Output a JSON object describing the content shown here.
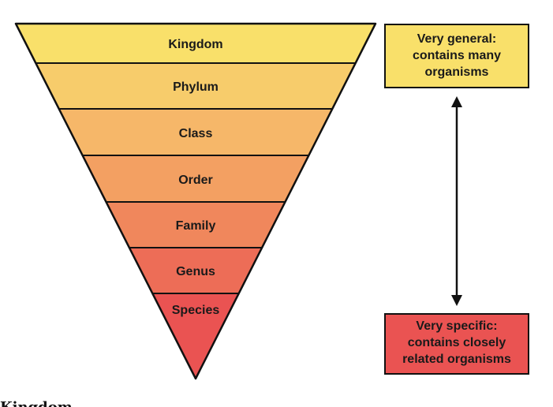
{
  "pyramid": {
    "levels": [
      {
        "label": "Kingdom",
        "color": "#f9e06a"
      },
      {
        "label": "Phylum",
        "color": "#f7cc6b"
      },
      {
        "label": "Class",
        "color": "#f6b769"
      },
      {
        "label": "Order",
        "color": "#f3a062"
      },
      {
        "label": "Family",
        "color": "#f0875c"
      },
      {
        "label": "Genus",
        "color": "#ed6d57"
      },
      {
        "label": "Species",
        "color": "#ea5352"
      }
    ]
  },
  "general_box": {
    "lines": [
      "Very general:",
      "contains many",
      "organisms"
    ],
    "color": "#f9e06a"
  },
  "specific_box": {
    "lines": [
      "Very specific:",
      "contains closely",
      "related organisms"
    ],
    "color": "#ea5352"
  },
  "cut_off_caption": "Kingdom"
}
